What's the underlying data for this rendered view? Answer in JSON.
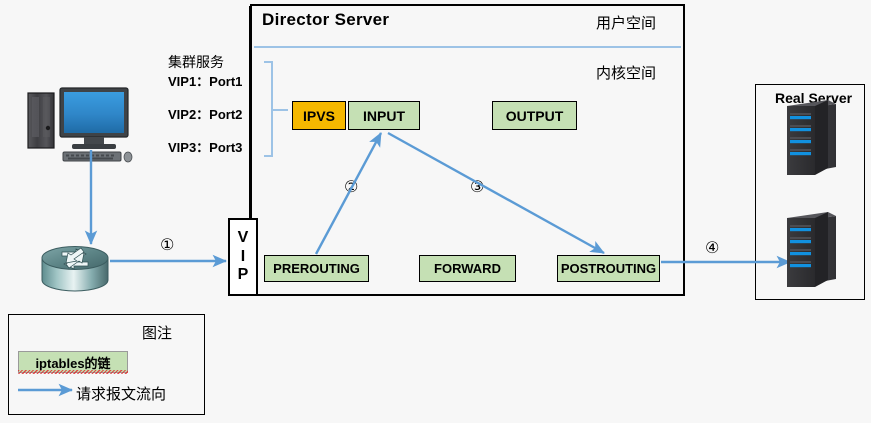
{
  "diagram": {
    "title": "LVS Director Server packet flow",
    "colors": {
      "flow_arrow": "#5b9bd5",
      "chain_box": "#c5e0b4",
      "ipvs_box": "#f5b800",
      "divider": "#9dc3e6",
      "border": "#000000",
      "background": "#f7f7f7"
    }
  },
  "director": {
    "title": "Director Server",
    "user_space_label": "用户空间",
    "kernel_space_label": "内核空间",
    "vip_box": {
      "letters": [
        "V",
        "I",
        "P"
      ]
    },
    "chains": [
      {
        "id": "ipvs",
        "label": "IPVS"
      },
      {
        "id": "input",
        "label": "INPUT"
      },
      {
        "id": "output",
        "label": "OUTPUT"
      },
      {
        "id": "prerouting",
        "label": "PREROUTING"
      },
      {
        "id": "forward",
        "label": "FORWARD"
      },
      {
        "id": "postrouting",
        "label": "POSTROUTING"
      }
    ]
  },
  "cluster_service": {
    "heading": "集群服务",
    "entries": [
      "VIP1：Port1",
      "VIP2：Port2",
      "VIP3：Port3"
    ]
  },
  "steps": [
    {
      "id": "1",
      "marker": "①"
    },
    {
      "id": "2",
      "marker": "②"
    },
    {
      "id": "3",
      "marker": "③"
    },
    {
      "id": "4",
      "marker": "④"
    }
  ],
  "real_server": {
    "title": "Real Server",
    "node_count": 2
  },
  "client": {
    "device": "desktop-computer",
    "router": "router"
  },
  "legend": {
    "title": "图注",
    "chain_swatch_label": "iptables的链",
    "flow_label": "请求报文流向"
  }
}
